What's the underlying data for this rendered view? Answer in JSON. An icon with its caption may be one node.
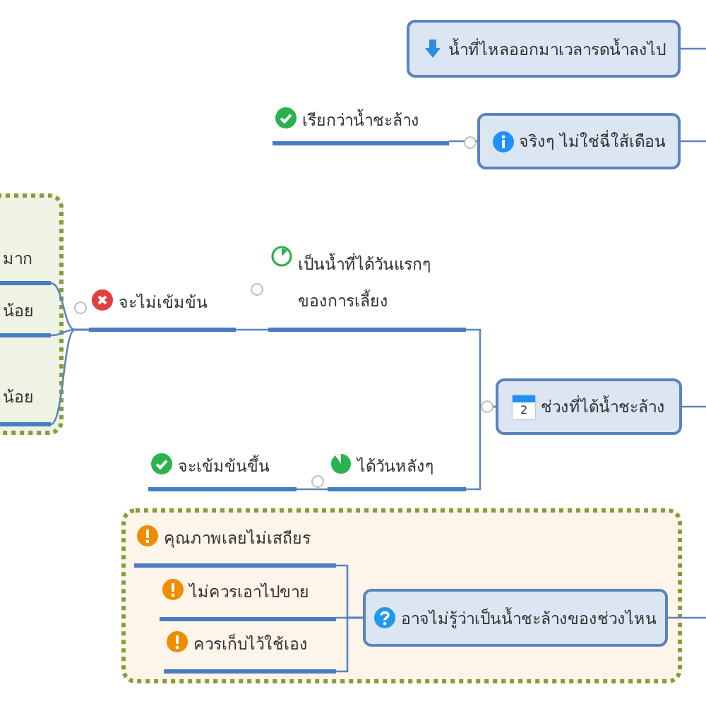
{
  "diagram": {
    "nodes": [
      {
        "text": [
          "น้ำที่ไหลออกมาเวลารดน้ำลงไป"
        ]
      },
      {
        "text": [
          "จริงๆ ไม่ใช่ฉี่ใส้เดือน"
        ]
      },
      {
        "text": [
          "เรียกว่าน้ำชะล้าง"
        ]
      },
      {
        "text": [
          "ช่วงที่ได้น้ำชะล้าง"
        ]
      },
      {
        "text": [
          "เป็นน้ำที่ได้วันแรกๆ ของการเลี้ยง"
        ]
      },
      {
        "text": [
          "ได้วันหลังๆ"
        ]
      },
      {
        "text": [
          "จะไม่เข้มข้น"
        ]
      },
      {
        "text": [
          "จะเข้มข้นขึ้น"
        ]
      },
      {
        "text": [],
        "shape": "box"
      },
      {
        "text": [
          "มาก"
        ],
        "in": 8
      },
      {
        "text": [
          "น้อย"
        ],
        "in": 8
      },
      {
        "text": [
          "น้อย"
        ],
        "in": 8
      },
      {
        "text": [],
        "shape": "box"
      },
      {
        "text": [
          "อาจไม่รู้ว่าเป็นน้ำชะล้างของช่วงไหน"
        ],
        "in": 12
      },
      {
        "text": [
          "คุณภาพเลยไม่เสถียร"
        ],
        "in": 12
      },
      {
        "text": [
          "ไม่ควรเอาไปขาย"
        ],
        "in": 12
      },
      {
        "text": [
          "ควรเก็บไว้ใช้เอง"
        ],
        "in": 12
      }
    ],
    "edges": [
      {
        "from": 0,
        "to": null,
        "arrow": "none"
      },
      {
        "from": 1,
        "to": null,
        "arrow": "none"
      },
      {
        "from": 1,
        "to": 2,
        "arrow": "none"
      },
      {
        "from": 3,
        "to": null,
        "arrow": "none"
      },
      {
        "from": 3,
        "to": 4,
        "arrow": "none"
      },
      {
        "from": 3,
        "to": 5,
        "arrow": "none"
      },
      {
        "from": 4,
        "to": 6,
        "arrow": "none"
      },
      {
        "from": 5,
        "to": 7,
        "arrow": "none"
      },
      {
        "from": 6,
        "to": 9,
        "arrow": "none"
      },
      {
        "from": 6,
        "to": 10,
        "arrow": "none"
      },
      {
        "from": 6,
        "to": 11,
        "arrow": "none"
      },
      {
        "from": 13,
        "to": null,
        "arrow": "none"
      },
      {
        "from": 13,
        "to": 14,
        "arrow": "none"
      },
      {
        "from": 13,
        "to": 15,
        "arrow": "none"
      },
      {
        "from": 13,
        "to": 16,
        "arrow": "none"
      }
    ],
    "labels": [
      "2"
    ]
  }
}
